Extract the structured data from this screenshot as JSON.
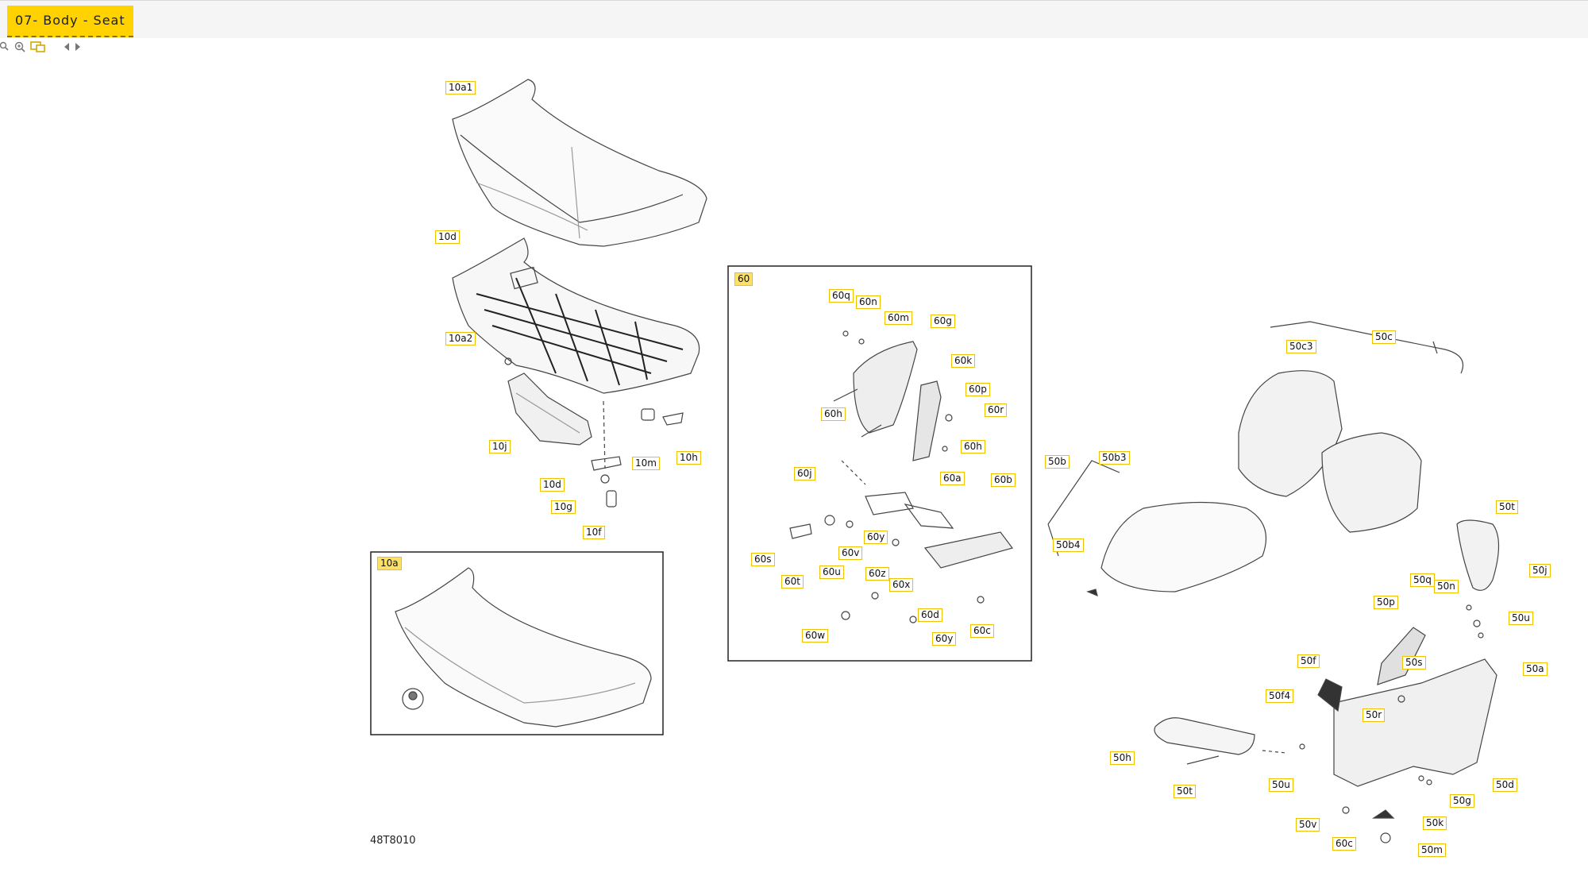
{
  "header": {
    "title": "07- Body - Seat"
  },
  "toolbar": {
    "buttons": [
      {
        "icon": "zoom-out-icon"
      },
      {
        "icon": "zoom-in-icon"
      },
      {
        "icon": "fit-to-screen-icon"
      },
      {
        "icon": "previous-arrow-icon"
      },
      {
        "icon": "next-arrow-icon"
      }
    ]
  },
  "figure": {
    "code": "48T8010"
  },
  "callouts": [
    "10a1",
    "10d",
    "10a2",
    "10j",
    "10d",
    "10g",
    "10f",
    "10m",
    "10h",
    "10a",
    "60",
    "60q",
    "60n",
    "60m",
    "60g",
    "60k",
    "60p",
    "60r",
    "60h",
    "60h",
    "60j",
    "60a",
    "60b",
    "60y",
    "60v",
    "60s",
    "60t",
    "60u",
    "60z",
    "60x",
    "60d",
    "60w",
    "60y",
    "60c",
    "50c",
    "50c3",
    "50b",
    "50b3",
    "50b4",
    "50t",
    "50j",
    "50q",
    "50n",
    "50p",
    "50u",
    "50a",
    "50s",
    "50f",
    "50f4",
    "50r",
    "50h",
    "50t",
    "50u",
    "50d",
    "50g",
    "50v",
    "50k",
    "60c",
    "50m"
  ],
  "colors": {
    "accent": "#ffd200",
    "callout_border": "#f0c200"
  }
}
